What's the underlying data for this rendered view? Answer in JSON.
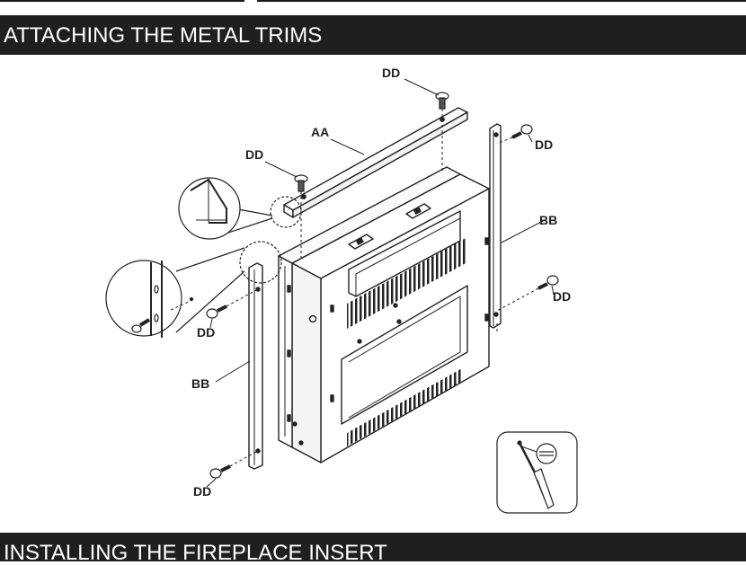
{
  "section_heading": "ATTACHING THE METAL TRIMS",
  "next_section_heading": "INSTALLING THE FIREPLACE INSERT",
  "diagram": {
    "labels": {
      "top_trim": "AA",
      "side_trim_right": "BB",
      "side_trim_left": "BB",
      "screw_top_right": "DD",
      "screw_top_left": "DD",
      "screw_right_upper": "DD",
      "screw_right_lower": "DD",
      "screw_left_upper": "DD",
      "screw_left_lower": "DD"
    },
    "tool_icon": "screwdriver-icon"
  },
  "colors": {
    "heading_bar": "#1f1f1f",
    "heading_text": "#ffffff",
    "line_art": "#222222"
  }
}
